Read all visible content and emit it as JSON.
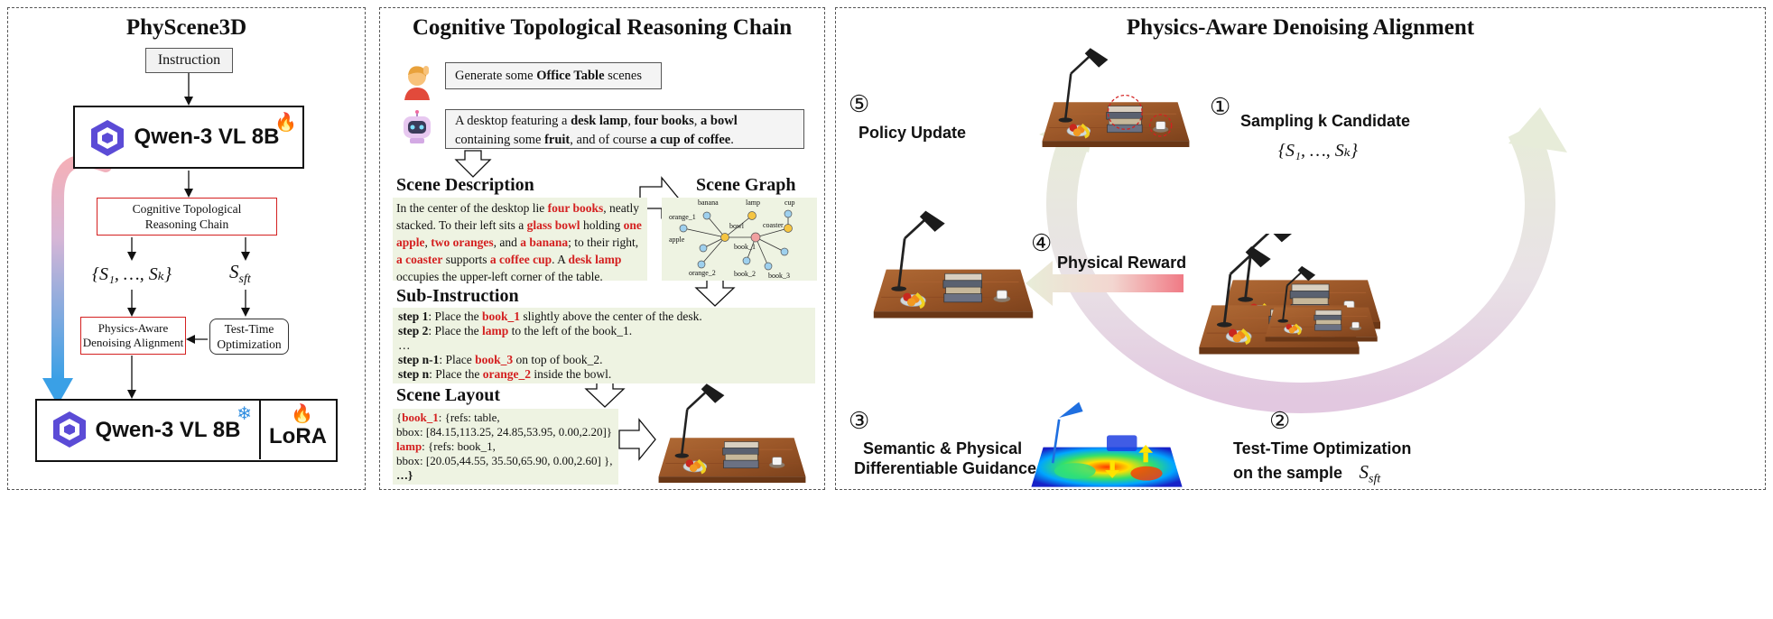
{
  "panel1": {
    "title": "PhyScene3D",
    "instruction": "Instruction",
    "model_top": "Qwen-3 VL 8B",
    "ctrc_line1": "Cognitive Topological",
    "ctrc_line2": "Reasoning Chain",
    "s_set": "{S₁, …, Sₖ}",
    "s_sft": "S",
    "s_sft_sub": "sft",
    "pada_line1": "Physics-Aware",
    "pada_line2": "Denoising Alignment",
    "tto_line1": "Test-Time",
    "tto_line2": "Optimization",
    "model_bottom": "Qwen-3 VL 8B",
    "lora": "LoRA"
  },
  "panel2": {
    "title": "Cognitive Topological Reasoning Chain",
    "user_prompt_pre": "Generate some ",
    "user_prompt_bold": "Office Table",
    "user_prompt_post": " scenes",
    "bot": {
      "t1": "A desktop featuring a ",
      "b1": "desk lamp",
      "t2": ", ",
      "b2": "four books",
      "t3": ", ",
      "b3": "a bowl",
      "t4": " containing some ",
      "b4": "fruit",
      "t5": ", and of course ",
      "b5": "a cup of coffee",
      "t6": "."
    },
    "scene_description_heading": "Scene Description",
    "desc": {
      "t1": "In the center of the desktop lie ",
      "h1": "four books",
      "t2": ", neatly stacked. To their left sits a ",
      "h2": "glass bowl",
      "t3": " holding ",
      "h3": "one apple",
      "t4": ", ",
      "h4": "two oranges",
      "t5": ", and ",
      "h5": "a banana",
      "t6": "; to their right, ",
      "h6": "a coaster",
      "t7": " supports ",
      "h7": "a coffee cup",
      "t8": ". A ",
      "h8": "desk lamp",
      "t9": " occupies the upper-left corner of the table."
    },
    "scene_graph_heading": "Scene Graph",
    "graph_labels": {
      "banana": "banana",
      "lamp": "lamp",
      "cup": "cup",
      "orange_1": "orange_1",
      "bowl": "bowl",
      "coaster": "coaster",
      "apple": "apple",
      "book_1": "book_1",
      "orange_2": "orange_2",
      "book_2": "book_2",
      "book_3": "book_3"
    },
    "sub_instruction_heading": "Sub-Instruction",
    "steps": {
      "s1_label": "step 1",
      "s1_t1": ": Place the ",
      "s1_h": "book_1",
      "s1_t2": " slightly above the center of the desk.",
      "s2_label": "step 2",
      "s2_t1": ": Place the ",
      "s2_h": "lamp",
      "s2_t2": " to the left of the book_1.",
      "ellipsis": "…",
      "sn1_label": "step n-1",
      "sn1_t1": ": Place ",
      "sn1_h": "book_3",
      "sn1_t2": " on top of book_2.",
      "sn_label": "step n",
      "sn_t1": ": Place the ",
      "sn_h": "orange_2",
      "sn_t2": " inside the bowl."
    },
    "scene_layout_heading": "Scene Layout",
    "layout": {
      "l1_pre": "{",
      "l1_h": "book_1",
      "l1_post": ": {refs: table,",
      "l2": "bbox: [84.15,113.25, 24.85,53.95, 0.00,2.20]}",
      "l3_h": "lamp",
      "l3_post": ": {refs: book_1,",
      "l4": "bbox: [20.05,44.55, 35.50,65.90, 0.00,2.60] },",
      "l5": "…}"
    }
  },
  "panel3": {
    "title": "Physics-Aware Denoising Alignment",
    "step1_num": "①",
    "step1_label": "Sampling k Candidate",
    "step1_set": "{S₁, …, Sₖ}",
    "step2_num": "②",
    "step2_line1": "Test-Time Optimization",
    "step2_line2": "on the sample",
    "step2_sym": "S",
    "step2_sub": "sft",
    "step3_num": "③",
    "step3_line1": "Semantic & Physical",
    "step3_line2": "Differentiable Guidance",
    "step4_num": "④",
    "step4_label": "Physical Reward",
    "step5_num": "⑤",
    "step5_label": "Policy Update"
  }
}
